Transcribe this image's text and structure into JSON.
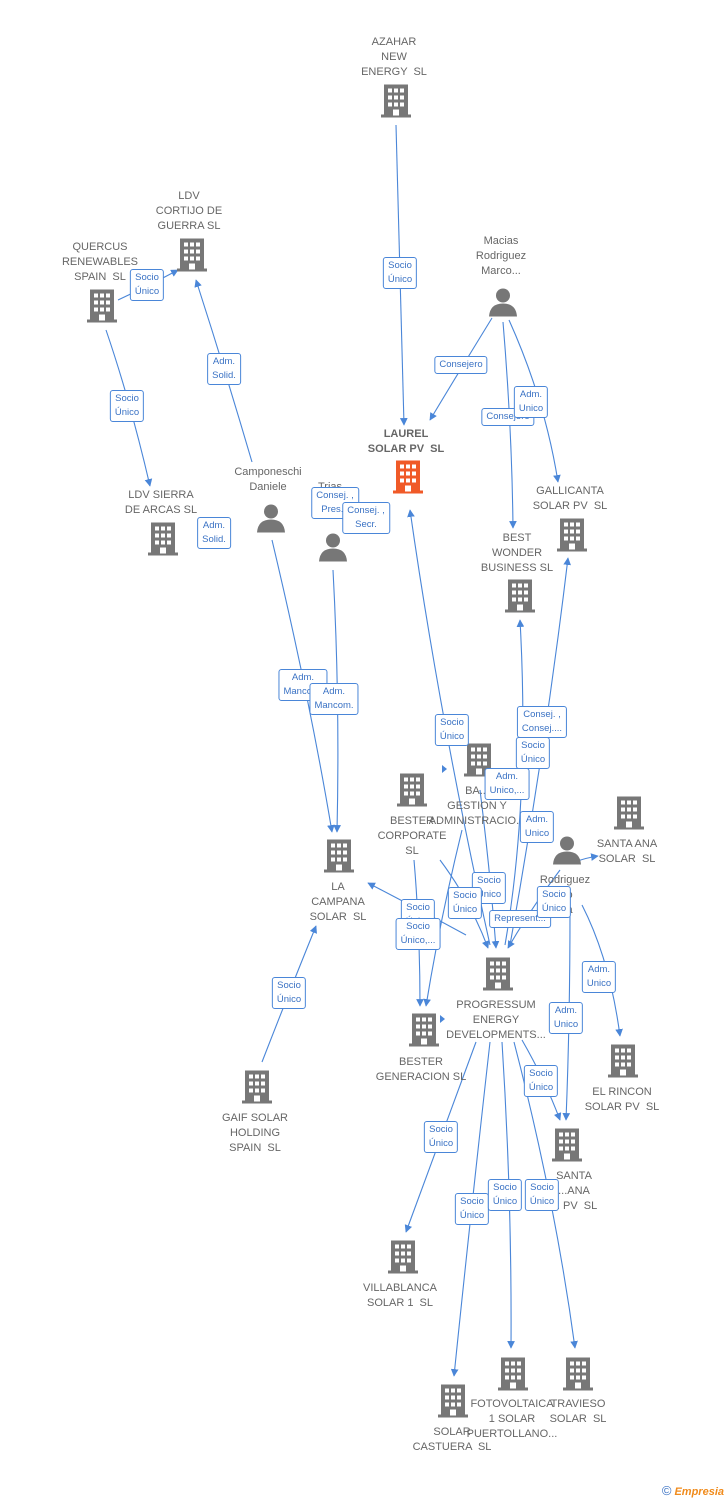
{
  "colors": {
    "edge": "#4a86d8",
    "node": "#777777",
    "focal": "#f05a28"
  },
  "nodes": {
    "azahar": "AZAHAR\nNEW\nENERGY  SL",
    "ldv_cortijo": "LDV\nCORTIJO DE\nGUERRA SL",
    "quercus": "QUERCUS\nRENEWABLES\nSPAIN  SL",
    "macias": "Macias\nRodriguez\nMarco...",
    "laurel": "LAUREL\nSOLAR PV  SL",
    "camponeschi": "Camponeschi\nDaniele",
    "trias": "Trias\nF...",
    "ldv_sierra": "LDV SIERRA\nDE ARCAS SL",
    "gallicanta": "GALLICANTA\nSOLAR PV  SL",
    "best_wonder": "BEST\nWONDER\nBUSINESS SL",
    "bester_corporate": "BESTER\nCORPORATE\nSL",
    "gestion": "BA...\nGESTION Y\nADMINISTRACIO...",
    "santa_ana": "SANTA ANA\nSOLAR  SL",
    "rodriguez": "Rodriguez\n...o\n...a",
    "la_campana": "LA\nCAMPANA\nSOLAR  SL",
    "progressum": "PROGRESSUM\nENERGY\nDEVELOPMENTS...",
    "bester_generacion": "BESTER\nGENERACION SL",
    "el_rincon": "EL RINCON\nSOLAR PV  SL",
    "gaif": "GAIF SOLAR\nHOLDING\nSPAIN  SL",
    "santa_mariana": "SANTA\n...ANA\n... PV  SL",
    "villablanca": "VILLABLANCA\nSOLAR 1  SL",
    "fotovoltaica": "FOTOVOLTAICA\n1 SOLAR\nPUERTOLLANO...",
    "travieso": "TRAVIESO\nSOLAR  SL",
    "solar_castuera": "SOLAR\nCASTUERA  SL"
  },
  "edge_labels": {
    "azahar_laurel": "Socio\nÚnico",
    "quercus_socio": "Socio\nÚnico",
    "quercus_sierra": "Socio\nÚnico",
    "cortijo_adm": "Adm.\nSolid.",
    "sierra_adm": "Adm.\nSolid.",
    "macias_consejero": "Consejero",
    "macias_consejero2": "Consejero",
    "macias_adm": "Adm.\nUnico",
    "trias_consej": "Consej. ,\nPres...",
    "trias_secr": "Consej. ,\nSecr.",
    "camp_mancom": "Adm.\nMancom.",
    "trias_mancom": "Adm.\nMancom.",
    "prog_laurel": "Socio\nÚnico",
    "consej_consej": "Consej. ,\nConsej....",
    "best_socio": "Socio\nÚnico",
    "adm_unico_dots": "Adm.\nUnico,...",
    "adm_unico_rod": "Adm.\nUnico",
    "socio_unico_a": "Socio\nÚnico",
    "socio_unico_b": "Socio\nÚnico",
    "socio_unico_c": "Socio\nÚnico",
    "socio_unico_dots": "Socio\nÚnico,...",
    "represent": "Represent...",
    "socio_rod": "Socio\nÚnico",
    "adm_rincon": "Adm.\nUnico",
    "adm_gen": "Adm.\nUnico",
    "gaif_campana": "Socio\nÚnico",
    "prog_villa": "Socio\nÚnico",
    "prog_castuera": "Socio\nÚnico",
    "prog_foto": "Socio\nÚnico",
    "prog_travieso": "Socio\nÚnico",
    "prog_mariana": "Socio\nÚnico"
  },
  "footer": {
    "symbol": "©",
    "brand": "Empresia"
  }
}
